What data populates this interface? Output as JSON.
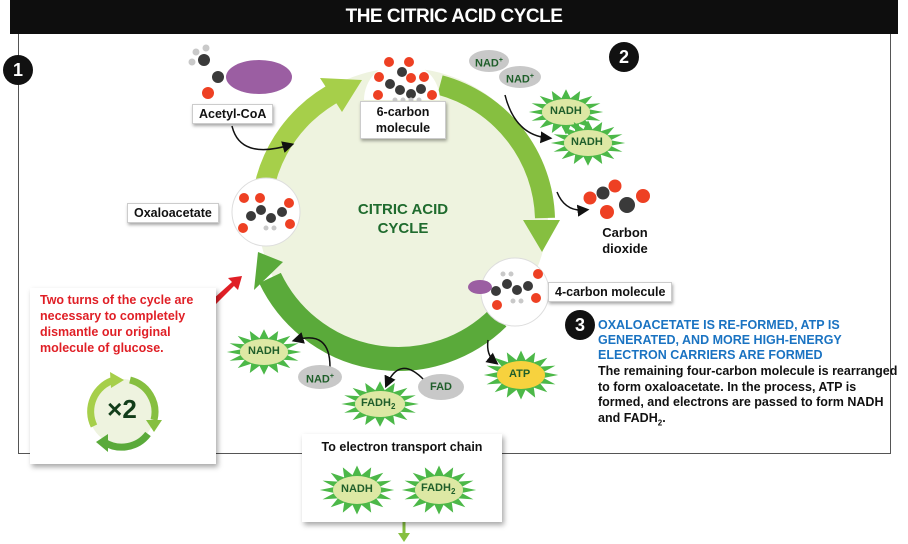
{
  "title": "THE CITRIC ACID CYCLE",
  "badges": {
    "step1": "1",
    "step2": "2",
    "step3": "3"
  },
  "cycle": {
    "center_line1": "CITRIC ACID",
    "center_line2": "CYCLE"
  },
  "molecules": {
    "acetyl_coa": "Acetyl-CoA",
    "six_carbon_line1": "6-carbon",
    "six_carbon_line2": "molecule",
    "oxaloacetate": "Oxaloacetate",
    "carbon_dioxide_line1": "Carbon",
    "carbon_dioxide_line2": "dioxide",
    "four_carbon": "4-carbon molecule"
  },
  "carriers": {
    "nad_plus": "NAD",
    "plus": "+",
    "nadh": "NADH",
    "fad": "FAD",
    "fadh": "FADH",
    "sub2": "2",
    "atp": "ATP"
  },
  "note": {
    "text": "Two turns of the cycle are necessary to completely dismantle our original molecule of glucose.",
    "multiplier": "×2"
  },
  "step3": {
    "heading": "OXALOACETATE IS RE-FORMED, ATP IS GENERATED, AND MORE HIGH-ENERGY ELECTRON CARRIERS ARE FORMED",
    "body": "The remaining four-carbon molecule is rearranged to form oxaloacetate. In the process, ATP is formed, and electrons are passed to form NADH and FADH",
    "body_sub": "2",
    "body_end": "."
  },
  "etc": {
    "title": "To electron transport chain"
  },
  "colors": {
    "cycle_light": "#a6cf4a",
    "cycle_dark": "#5aaa3a",
    "center_fill": "#eef3df",
    "burst": "#4cb848",
    "burst_core": "#dde8a4",
    "atp_core": "#f7d23e",
    "oxygen": "#ee4023",
    "carbon": "#3a3a3a",
    "hydrogen": "#c9c9c9",
    "coa": "#9b5ea2",
    "note_red": "#e01f26",
    "step_blue": "#1a73c2"
  }
}
